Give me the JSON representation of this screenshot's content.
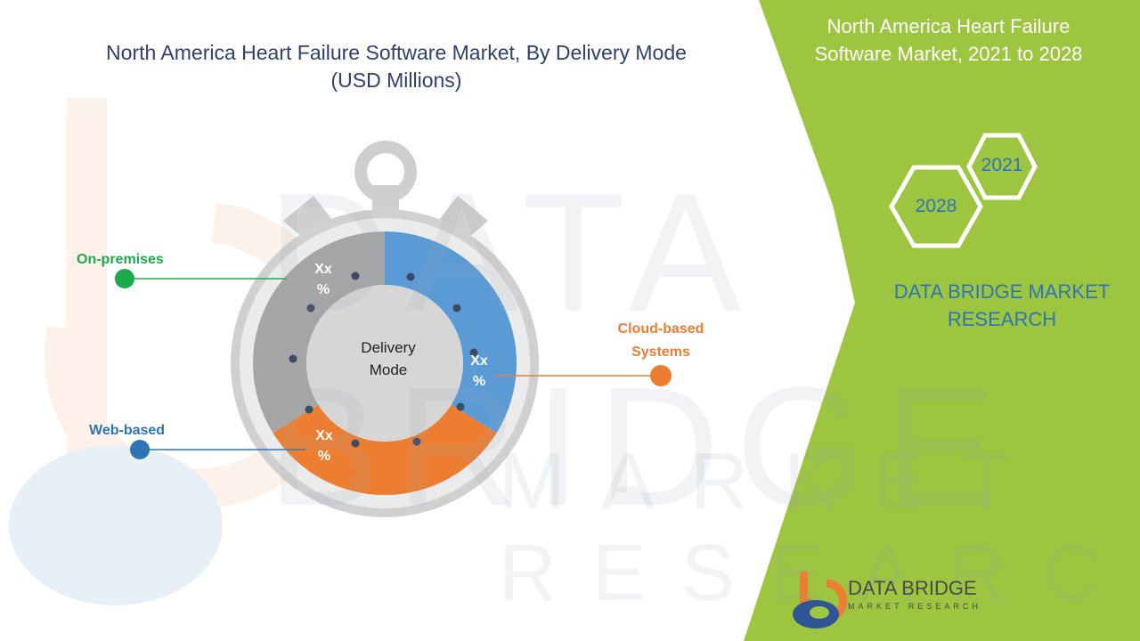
{
  "title": {
    "line1": "North America Heart Failure Software Market, By Delivery Mode",
    "line2": "(USD Millions)"
  },
  "side_panel": {
    "title_line1": "North America Heart Failure",
    "title_line2": "Software Market, 2021 to 2028",
    "year_a": "2021",
    "year_b": "2028",
    "brand_line1": "DATA BRIDGE MARKET",
    "brand_line2": "RESEARCH"
  },
  "watermark": {
    "line1": "DATA BRIDGE",
    "line2": "MARKET RESEARCH"
  },
  "logo": {
    "name": "DATA BRIDGE",
    "tagline": "MARKET RESEARCH"
  },
  "chart_data": {
    "type": "pie",
    "center_label_line1": "Delivery",
    "center_label_line2": "Mode",
    "segments": [
      {
        "name": "Cloud-based Systems",
        "label_line1": "Cloud-based",
        "label_line2": "Systems",
        "value_label_line1": "Xx",
        "value_label_line2": "%",
        "color": "#5b9bd5"
      },
      {
        "name": "Web-based",
        "label_line1": "Web-based",
        "label_line2": "",
        "value_label_line1": "Xx",
        "value_label_line2": "%",
        "color": "#ed7d31"
      },
      {
        "name": "On-premises",
        "label_line1": "On-premises",
        "label_line2": "",
        "value_label_line1": "Xx",
        "value_label_line2": "%",
        "color": "#a5a5a5"
      }
    ]
  },
  "colors": {
    "title": "#2f3f6e",
    "panel_green": "#9dc540",
    "on_premises": "#1aab4b",
    "cloud": "#ed7d31",
    "web": "#2e75b6"
  }
}
